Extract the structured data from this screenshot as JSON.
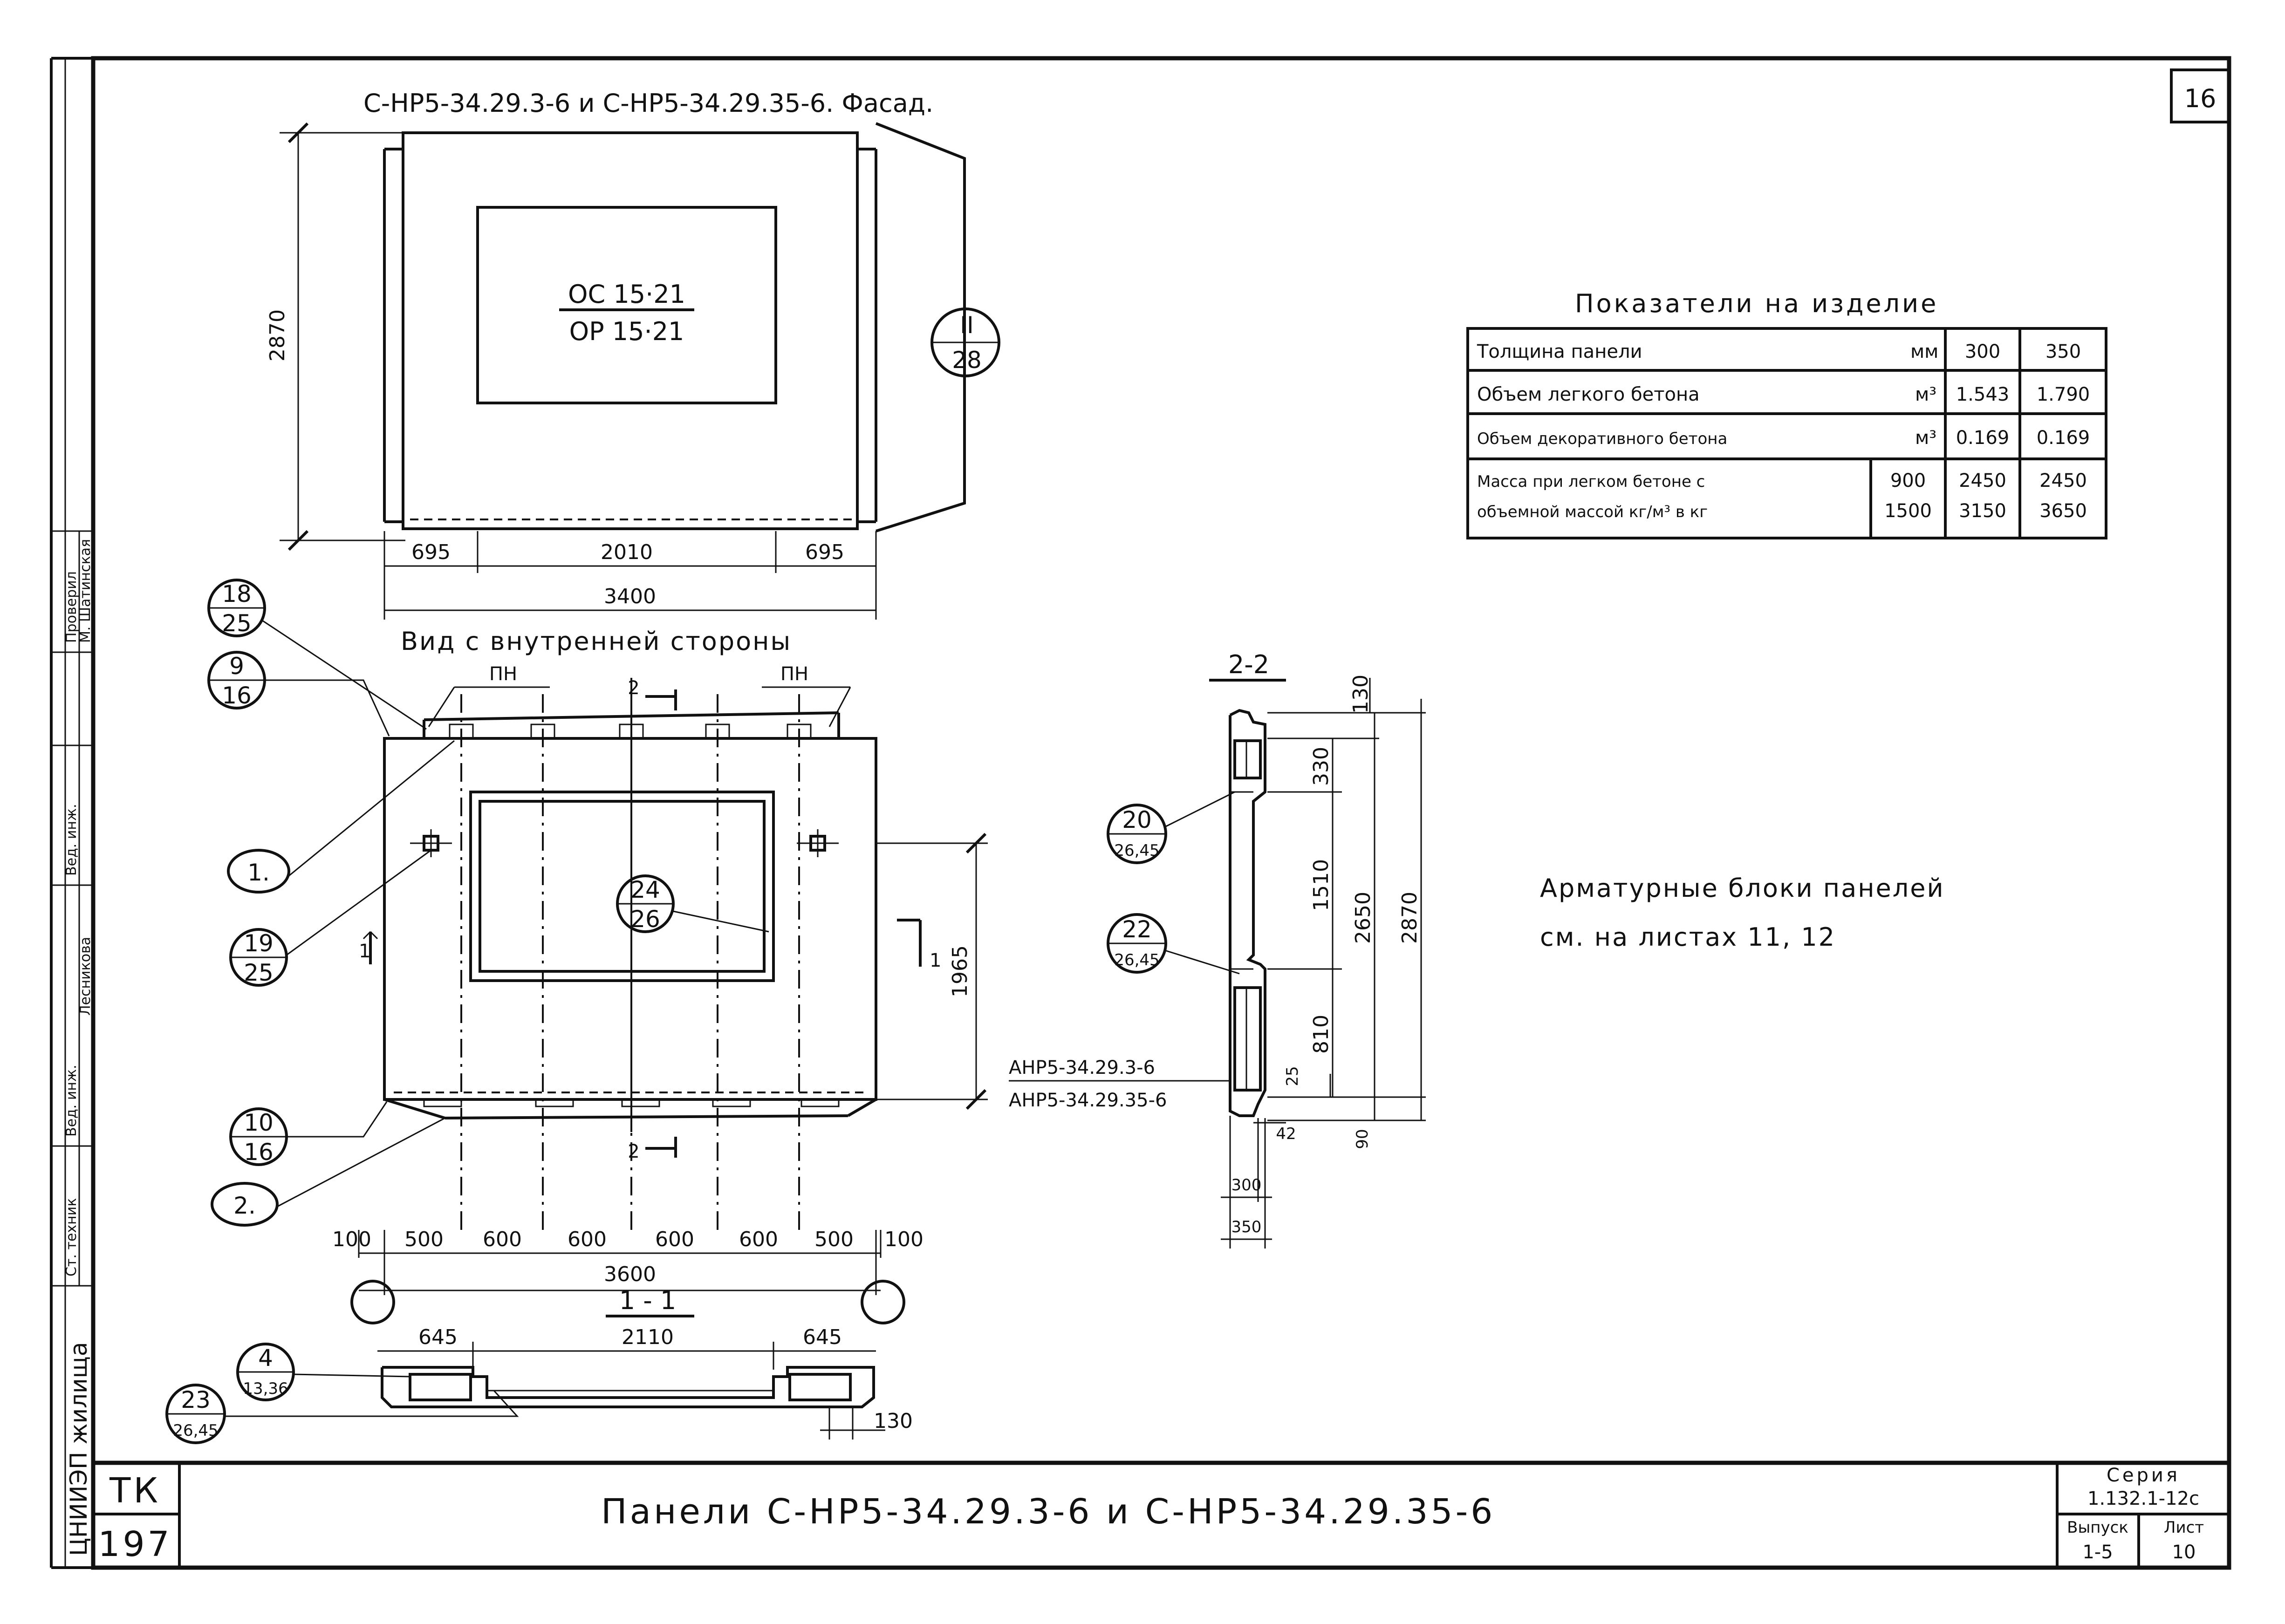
{
  "sheet_number": "16",
  "facade": {
    "title": "С-НР5-34.29.3-6 и С-НР5-34.29.35-6. Фасад.",
    "window_mark_top": "ОС 15·21",
    "window_mark_bottom": "ОР 15·21",
    "height": "2870",
    "dims_bottom": [
      "695",
      "2010",
      "695"
    ],
    "total_width": "3400",
    "node_top": "II",
    "node_bottom": "28"
  },
  "indicators": {
    "title": "Показатели на изделие",
    "rows": [
      {
        "label": "Толщина панели",
        "unit": "мм",
        "v1": "300",
        "v2": "350"
      },
      {
        "label": "Объем легкого бетона",
        "unit": "м³",
        "v1": "1.543",
        "v2": "1.790"
      },
      {
        "label": "Объем декоративного бетона",
        "unit": "м³",
        "v1": "0.169",
        "v2": "0.169"
      }
    ],
    "mass_row": {
      "label_line1": "Масса при легком бетоне с",
      "label_line2": "объемной массой кг/м³ в кг",
      "density1": "900",
      "density2": "1500",
      "m1_300": "2450",
      "m1_350": "2450",
      "m2_300": "3150",
      "m2_350": "3650"
    }
  },
  "inner_view": {
    "title": "Вид с внутренней стороны",
    "pn_left": "ПН",
    "pn_right": "ПН",
    "section_mark": "2",
    "section_1": "1",
    "height_right": "1965",
    "dims_bottom": [
      "100",
      "500",
      "600",
      "600",
      "600",
      "600",
      "500",
      "100"
    ],
    "total_width": "3600",
    "callouts": [
      {
        "top": "18",
        "bottom": "25"
      },
      {
        "top": "9",
        "bottom": "16"
      },
      {
        "top": "1.",
        "bottom": ""
      },
      {
        "top": "19",
        "bottom": "25"
      },
      {
        "top": "24",
        "bottom": "26"
      },
      {
        "top": "10",
        "bottom": "16"
      },
      {
        "top": "2.",
        "bottom": ""
      }
    ]
  },
  "section_11": {
    "title_top": "1 - 1",
    "title_bottom": "2110",
    "dim_left": "645",
    "dim_right": "645",
    "dim_small": "130",
    "callout_a_top": "4",
    "callout_a_bottom": "13,36",
    "callout_b_top": "23",
    "callout_b_bottom": "26,45"
  },
  "section_22": {
    "title": "2-2",
    "dims_vertical": [
      "130",
      "330",
      "1510",
      "2650",
      "2870",
      "810",
      "25",
      "90"
    ],
    "dims_bottom": [
      "42",
      "300",
      "350"
    ],
    "callout_a_top": "20",
    "callout_a_bottom": "26,45",
    "callout_b_top": "22",
    "callout_b_bottom": "26,45",
    "mark_line1": "АНР5-34.29.3-6",
    "mark_line2": "АНР5-34.29.35-6"
  },
  "note": {
    "line1": "Арматурные блоки панелей",
    "line2": "см. на листах  11, 12"
  },
  "title_block": {
    "tk": "ТК",
    "album": "197",
    "title": "Панели  С-НР5-34.29.3-6  и  С-НР5-34.29.35-6",
    "series_label": "Серия",
    "series_value": "1.132.1-12с",
    "issue_label": "Выпуск",
    "sheet_label": "Лист",
    "issue_value": "1-5",
    "sheet_value": "10"
  },
  "side_stamp": {
    "org": "ЦНИИЭП жилища",
    "rows": [
      "Ст. техник",
      "Вед. инж.",
      "Вед. инж."
    ],
    "names": [
      "Лесникова",
      "М. Шатинская"
    ],
    "checked": "Проверил"
  }
}
